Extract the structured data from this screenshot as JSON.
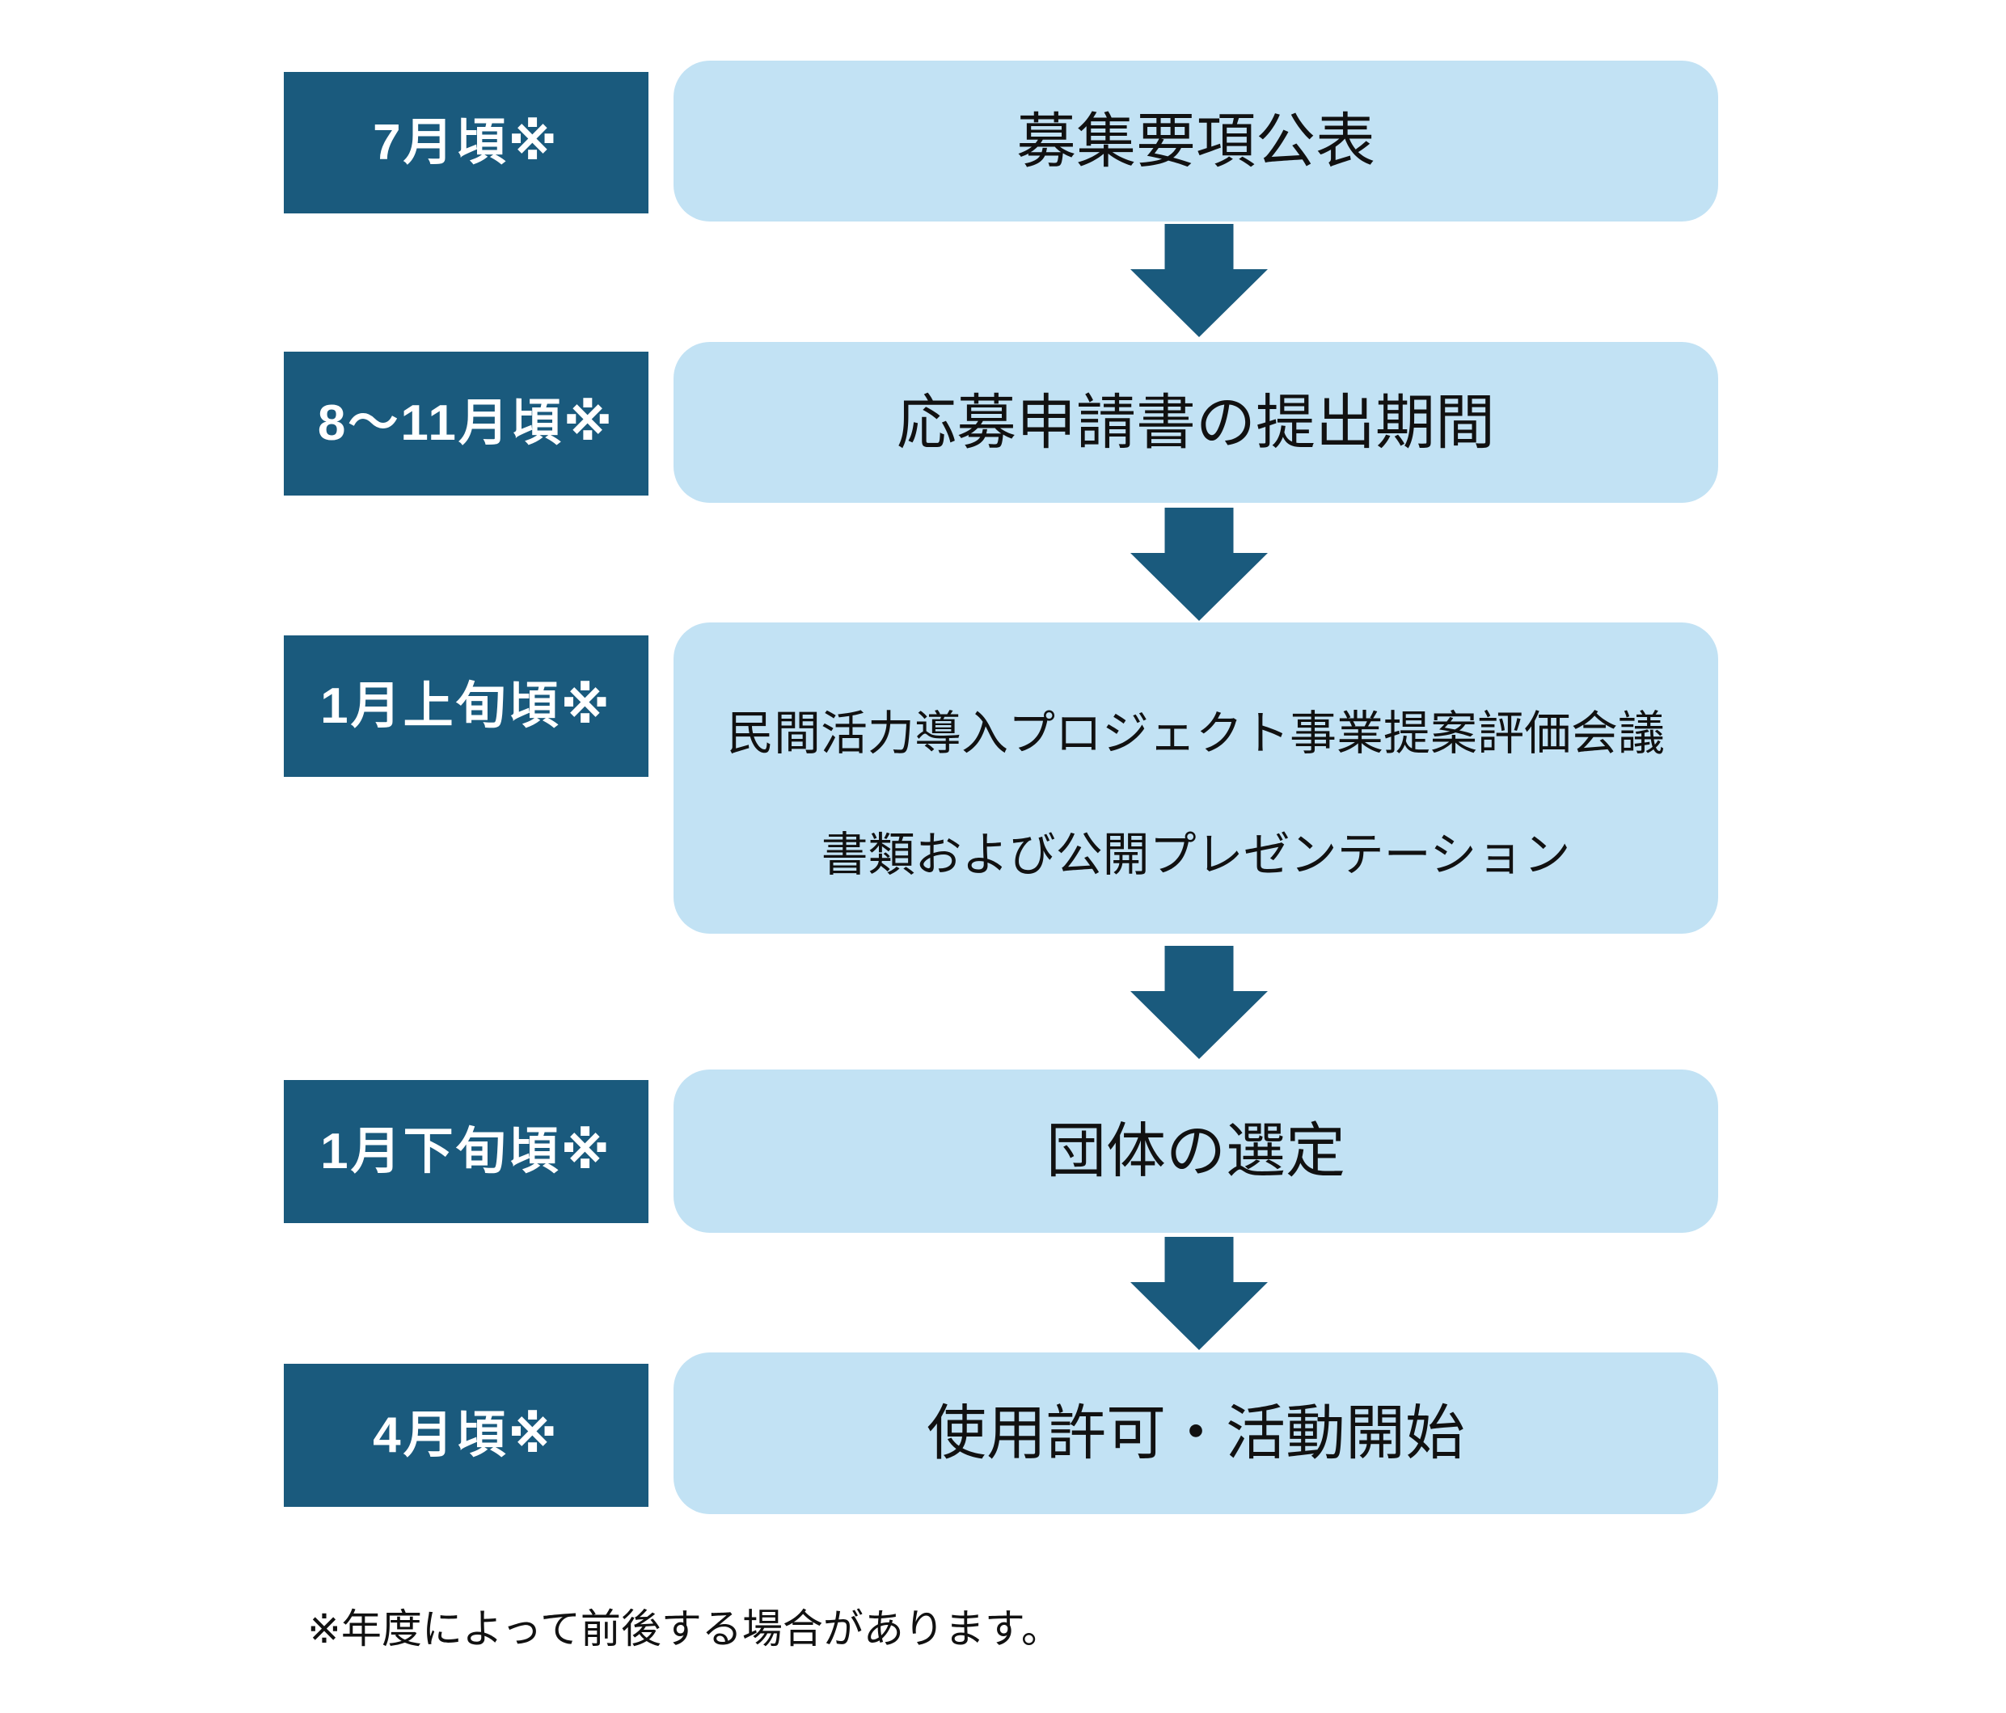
{
  "diagram": {
    "steps": [
      {
        "date": "7月頃※",
        "label": "募集要項公表"
      },
      {
        "date": "8～11月頃※",
        "label": "応募申請書の提出期間"
      },
      {
        "date": "1月上旬頃※",
        "label": "民間活力導入プロジェクト事業提案評価会議",
        "label2": "書類および公開プレゼンテーション"
      },
      {
        "date": "1月下旬頃※",
        "label": "団体の選定"
      },
      {
        "date": "4月頃※",
        "label": "使用許可・活動開始"
      }
    ],
    "footnote": "※年度によって前後する場合があります。",
    "colors": {
      "box_dark": "#1a5a7d",
      "box_light": "#c2e2f4",
      "date_text": "#ffffff",
      "step_text": "#111111"
    }
  }
}
